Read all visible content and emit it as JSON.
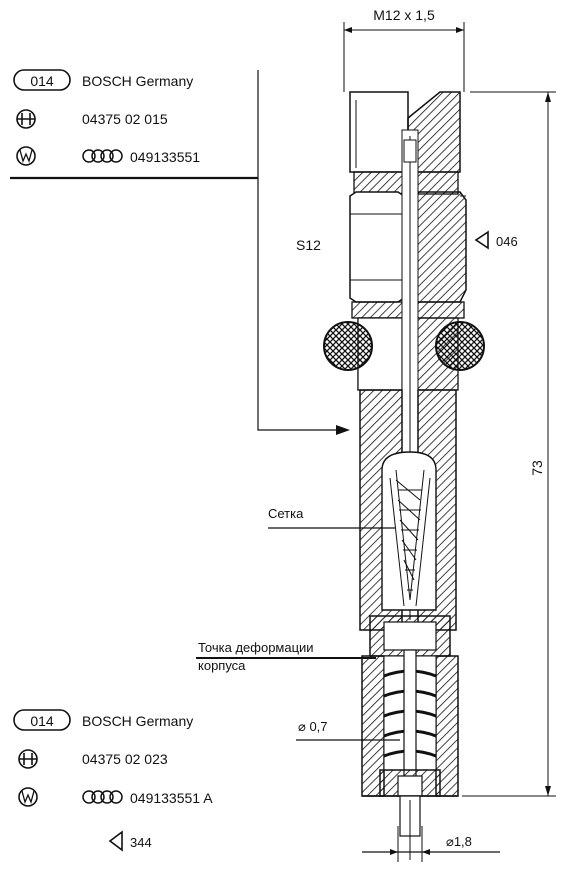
{
  "top_marking": {
    "code": "014",
    "brand_line": "BOSCH Germany",
    "bosch_number": "04375 02 015",
    "vw_number": "049133551"
  },
  "bottom_marking": {
    "code": "014",
    "brand_line": "BOSCH Germany",
    "bosch_number": "04375 02 023",
    "vw_number": "049133551 A"
  },
  "dimensions": {
    "thread": "M12 x 1,5",
    "wrench_size": "S12",
    "length": "73",
    "orifice_diameter": "⌀ 0,7",
    "tip_diameter": "⌀1,8",
    "angle_upper": "046",
    "angle_lower": "344"
  },
  "labels": {
    "mesh": "Сетка",
    "deform_point_line1": "Точка деформации",
    "deform_point_line2": "корпуса"
  }
}
